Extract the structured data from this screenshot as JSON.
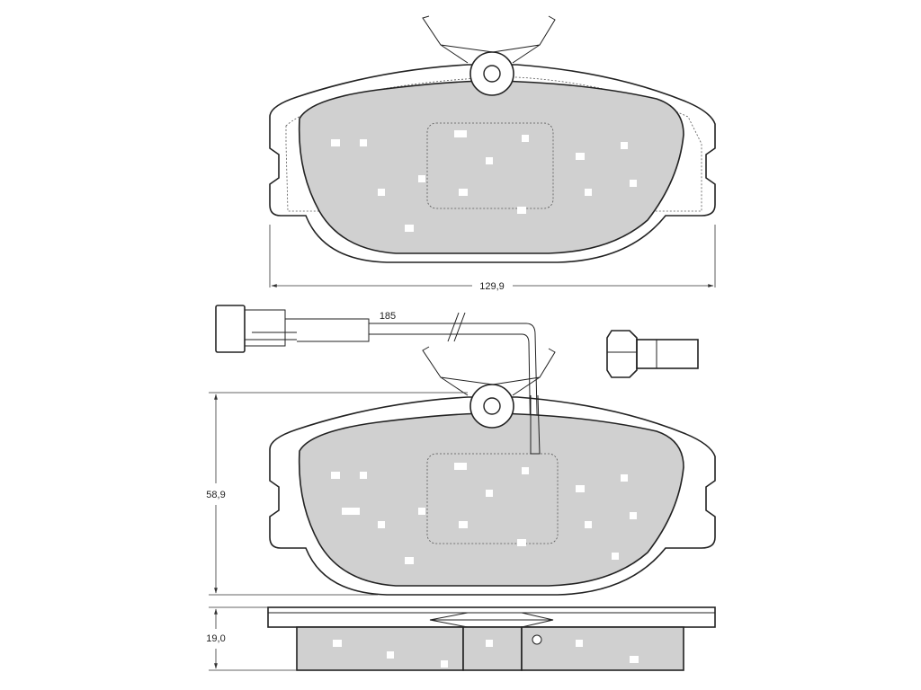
{
  "dimensions": {
    "width": "129,9",
    "height": "58,9",
    "thickness": "19,0",
    "wire_length": "185"
  },
  "colors": {
    "friction_material": "#d0d0d0",
    "line": "#222222",
    "background": "#ffffff"
  }
}
